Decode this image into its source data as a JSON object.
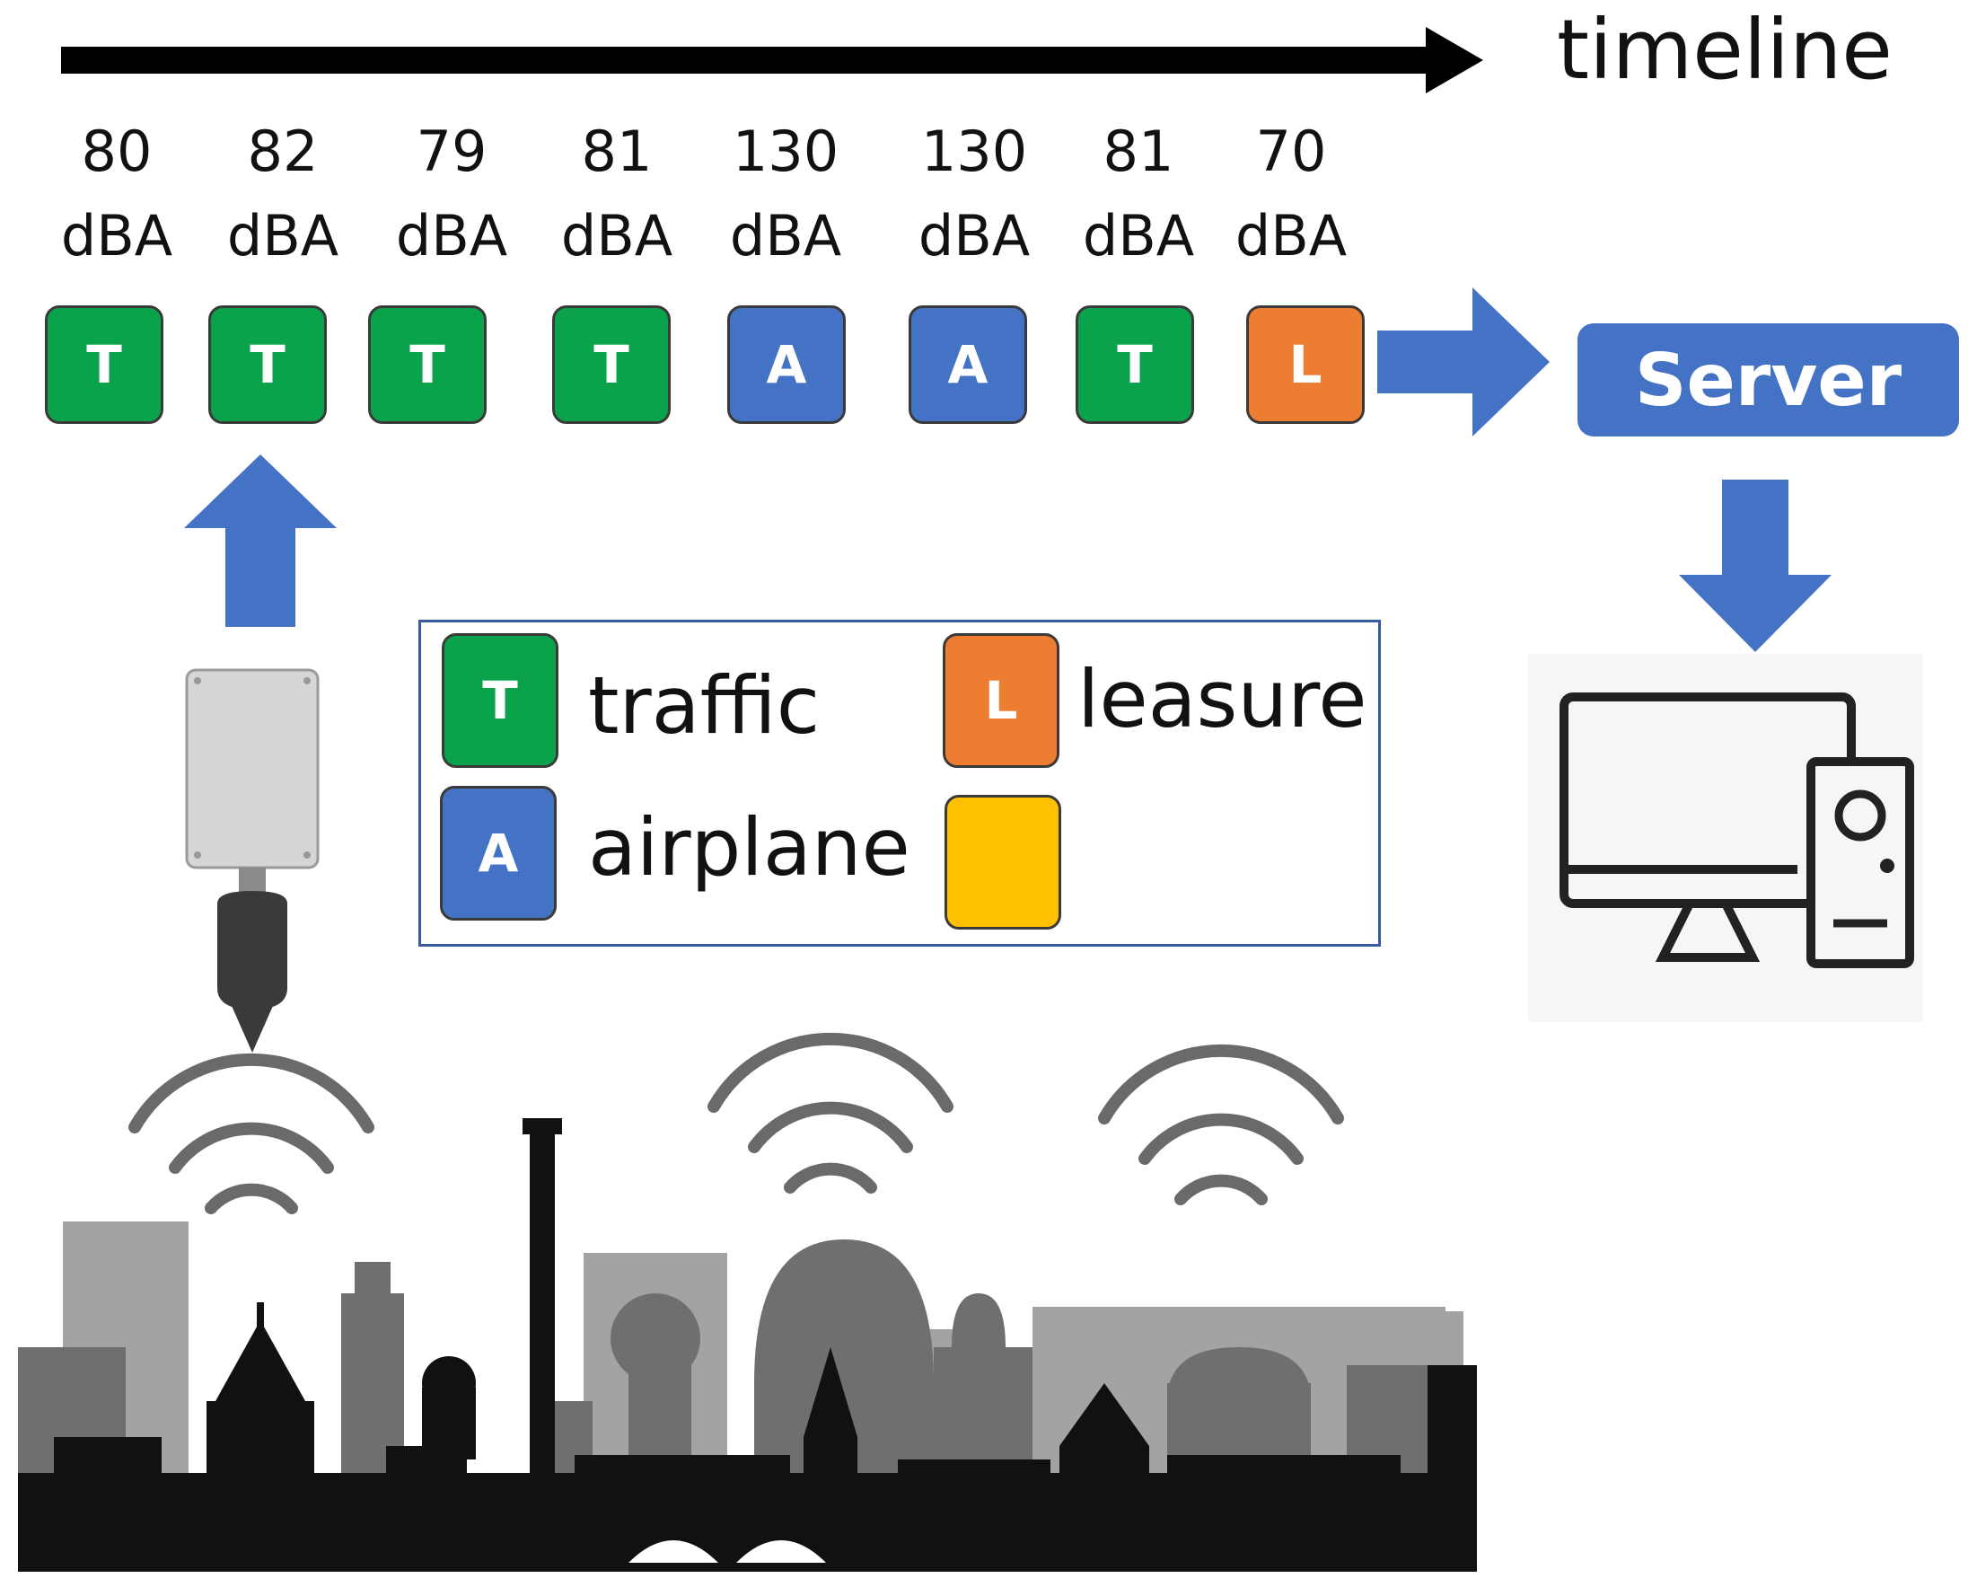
{
  "timeline_label": "timeline",
  "events": [
    {
      "level": "80",
      "unit": "dBA",
      "code": "T"
    },
    {
      "level": "82",
      "unit": "dBA",
      "code": "T"
    },
    {
      "level": "79",
      "unit": "dBA",
      "code": "T"
    },
    {
      "level": "81",
      "unit": "dBA",
      "code": "T"
    },
    {
      "level": "130",
      "unit": "dBA",
      "code": "A"
    },
    {
      "level": "130",
      "unit": "dBA",
      "code": "A"
    },
    {
      "level": "81",
      "unit": "dBA",
      "code": "T"
    },
    {
      "level": "70",
      "unit": "dBA",
      "code": "L"
    }
  ],
  "server_label": "Server",
  "legend": [
    {
      "code": "T",
      "label": "traffic"
    },
    {
      "code": "L",
      "label": "leasure"
    },
    {
      "code": "A",
      "label": "airplane"
    },
    {
      "code": "",
      "label": ""
    }
  ],
  "colors": {
    "traffic": "#0aa24a",
    "airplane": "#4472c4",
    "leasure": "#ed7d31",
    "other": "#ffc000",
    "arrow": "#4472c4",
    "skyline_light": "#9a9a9a",
    "skyline_mid": "#6b6b6b",
    "skyline_dark": "#101010"
  },
  "icons": {
    "timeline": "arrow-right-icon",
    "sensor": "noise-sensor-icon",
    "wireless": "wifi-signal-icon",
    "computer": "desktop-computer-icon",
    "city": "city-skyline-icon"
  }
}
